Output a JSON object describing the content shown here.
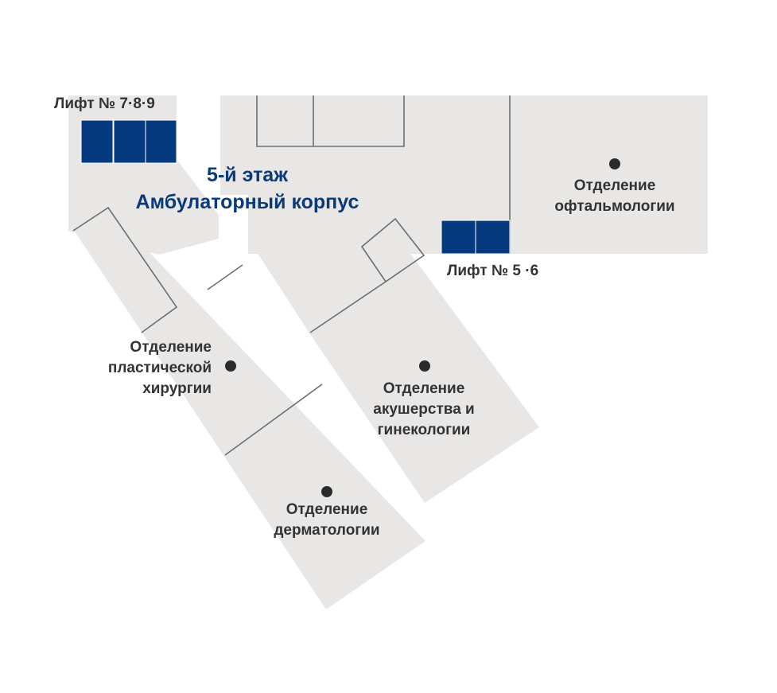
{
  "colors": {
    "floor": "#e8e7e6",
    "wall": "#6e6e6e",
    "lift": "#053a7f",
    "title": "#0b3a78",
    "text": "#333333",
    "marker": "#2b2b2b"
  },
  "floor": {
    "number": "5-й этаж",
    "building": "Амбулаторный корпус"
  },
  "lifts": [
    {
      "label": "Лифт № 7·8·9"
    },
    {
      "label": "Лифт № 5 ·6"
    }
  ],
  "departments": {
    "ophthalmology": {
      "line1": "Отделение",
      "line2": "офтальмологии"
    },
    "plastic_surgery": {
      "line1": "Отделение",
      "line2": "пластической",
      "line3": "хирургии"
    },
    "obstetrics": {
      "line1": "Отделение",
      "line2": "акушерства и",
      "line3": "гинекологии"
    },
    "dermatology": {
      "line1": "Отделение",
      "line2": "дерматологии"
    }
  }
}
